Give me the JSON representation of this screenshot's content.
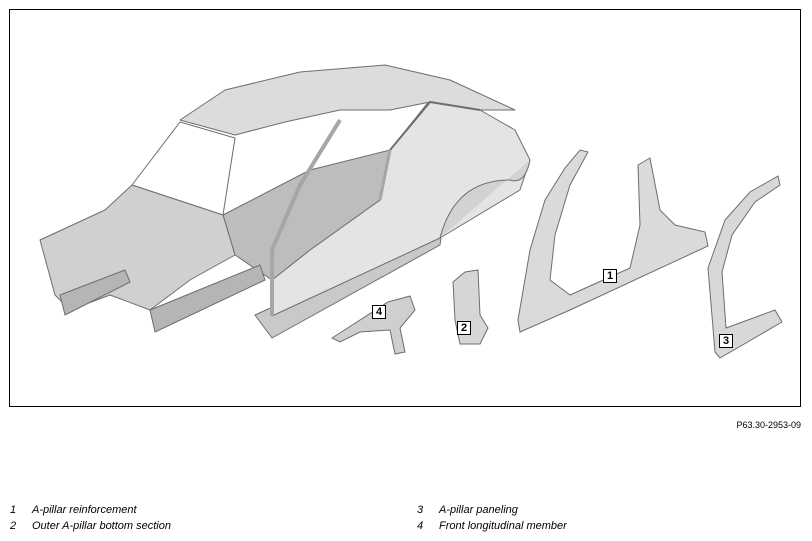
{
  "figure": {
    "reference_code": "P63.30-2953-09",
    "callouts": [
      "1",
      "2",
      "3",
      "4"
    ]
  },
  "legend": [
    {
      "number": "1",
      "label": "A-pillar reinforcement"
    },
    {
      "number": "2",
      "label": "Outer A-pillar bottom section"
    },
    {
      "number": "3",
      "label": "A-pillar paneling"
    },
    {
      "number": "4",
      "label": "Front longitudinal member"
    }
  ],
  "colors": {
    "metal_light": "#e4e4e4",
    "metal_mid": "#c9c9c9",
    "metal_dark": "#a6a6a6",
    "outline": "#6e6e6e"
  }
}
